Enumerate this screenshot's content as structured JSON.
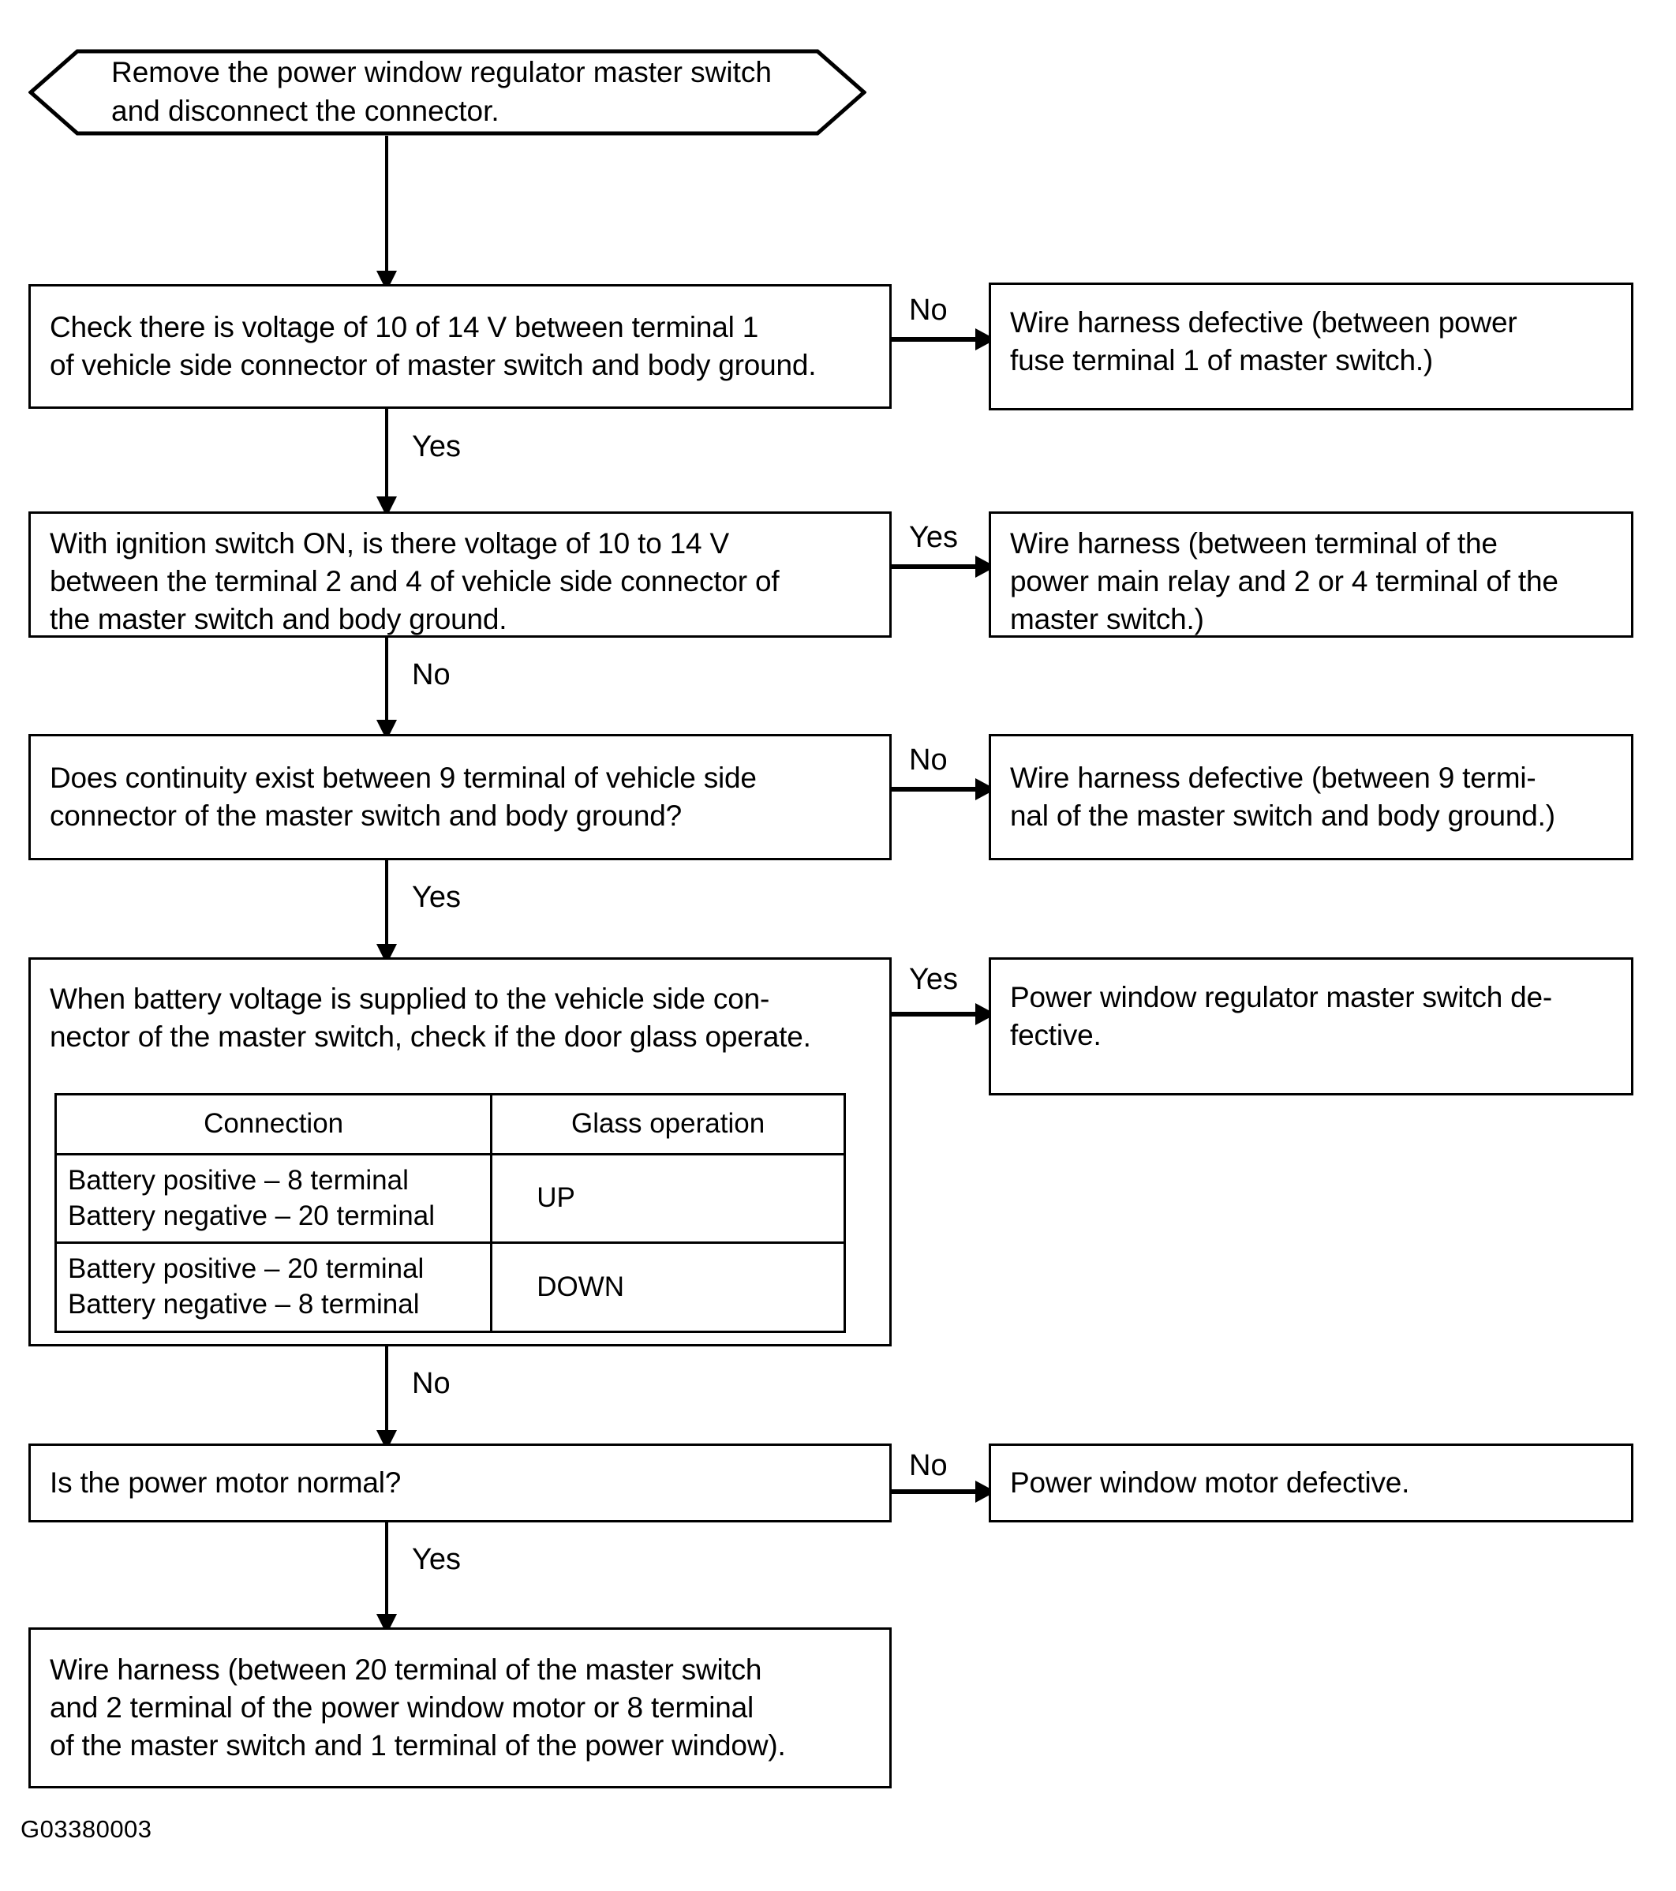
{
  "figure": {
    "id_label": "G03380003",
    "title": "Power window regulator master switch troubleshooting flowchart"
  },
  "nodes": {
    "start": {
      "shape": "hexagon",
      "text": "Remove the power window regulator master switch\nand disconnect the connector."
    },
    "step1": {
      "shape": "process",
      "text": "Check there is voltage of 10 of 14 V between terminal 1\nof vehicle side connector of master switch and body ground."
    },
    "result1": {
      "shape": "process",
      "text": "Wire harness defective (between power\nfuse terminal 1 of master switch.)"
    },
    "step2": {
      "shape": "process",
      "text": "With ignition switch ON, is there voltage of 10 to 14 V\nbetween the terminal 2 and 4 of vehicle side connector of\nthe master switch and body ground."
    },
    "result2": {
      "shape": "process",
      "text": "Wire harness (between terminal of the\npower main relay and 2 or 4 terminal of the\nmaster switch.)"
    },
    "step3": {
      "shape": "process",
      "text": "Does continuity exist between 9 terminal of vehicle side\nconnector of the master switch and body ground?"
    },
    "result3": {
      "shape": "process",
      "text": "Wire harness defective (between 9 termi-\nnal of the master switch and body ground.)"
    },
    "step4": {
      "shape": "process",
      "text": "When battery voltage is supplied to the vehicle side con-\nnector of the master switch, check if the door glass operate."
    },
    "result4": {
      "shape": "process",
      "text": "Power window regulator master switch de-\nfective."
    },
    "step5": {
      "shape": "process",
      "text": "Is the power motor normal?"
    },
    "result5": {
      "shape": "process",
      "text": "Power window motor defective."
    },
    "final": {
      "shape": "process",
      "text": "Wire harness (between 20 terminal of the master switch\nand 2 terminal of the power window motor or 8 terminal\nof the master switch and 1 terminal of the power window)."
    }
  },
  "inner_table": {
    "headers": [
      "Connection",
      "Glass operation"
    ],
    "rows": [
      {
        "connection": "Battery positive – 8 terminal\nBattery negative – 20 terminal",
        "operation": "UP"
      },
      {
        "connection": "Battery positive – 20 terminal\nBattery negative – 8 terminal",
        "operation": "DOWN"
      }
    ]
  },
  "branches": {
    "b1_right": "No",
    "b1_down": "Yes",
    "b2_right": "Yes",
    "b2_down": "No",
    "b3_right": "No",
    "b3_down": "Yes",
    "b4_right": "Yes",
    "b4_down": "No",
    "b5_right": "No",
    "b5_down": "Yes"
  }
}
